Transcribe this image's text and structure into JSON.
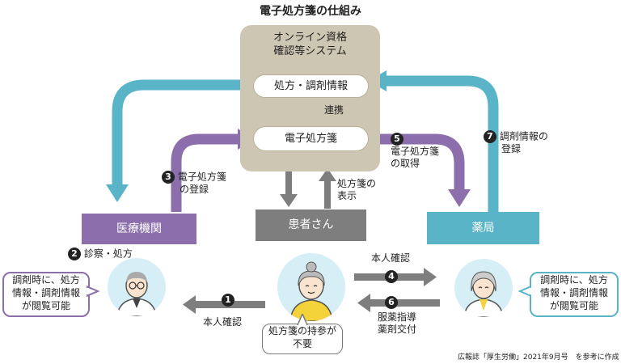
{
  "title": "電子処方箋の仕組み",
  "system": {
    "title_line1": "オンライン資格",
    "title_line2": "確認等システム",
    "info_box": "処方・調剤情報",
    "rx_box": "電子処方箋",
    "link_label": "連携"
  },
  "nodes": {
    "clinic": "医療機関",
    "patient": "患者さん",
    "pharmacy": "薬局"
  },
  "steps": {
    "s1": {
      "num": "1",
      "label": "本人確認"
    },
    "s2": {
      "num": "2",
      "label": "診察・処方"
    },
    "s3": {
      "num": "3",
      "label_line1": "電子処方箋",
      "label_line2": "の登録"
    },
    "s4": {
      "num": "4",
      "label": "本人確認"
    },
    "s5": {
      "num": "5",
      "label_line1": "電子処方箋",
      "label_line2": "の取得"
    },
    "s6": {
      "num": "6",
      "label_line1": "服薬指導",
      "label_line2": "薬剤交付"
    },
    "s7": {
      "num": "7",
      "label_line1": "調剤情報の",
      "label_line2": "登録"
    }
  },
  "display_label_line1": "処方箋の",
  "display_label_line2": "表示",
  "bubbles": {
    "doctor": {
      "line1": "調剤時に、処方",
      "line2": "情報・調剤情報",
      "line3": "が閲覧可能"
    },
    "pharmacist": {
      "line1": "調剤時に、処方",
      "line2": "情報・調剤情報",
      "line3": "が閲覧可能"
    },
    "patient": {
      "line1": "処方箋の持参が",
      "line2": "不要"
    }
  },
  "source": "広報誌「厚生労働」2021年9月号　を参考に作成",
  "colors": {
    "system_bg": "#cdc6b3",
    "clinic": "#8b6eab",
    "pharmacy": "#59b4c8",
    "patient": "#7e7e7e",
    "link_arrow": "#b99068"
  }
}
